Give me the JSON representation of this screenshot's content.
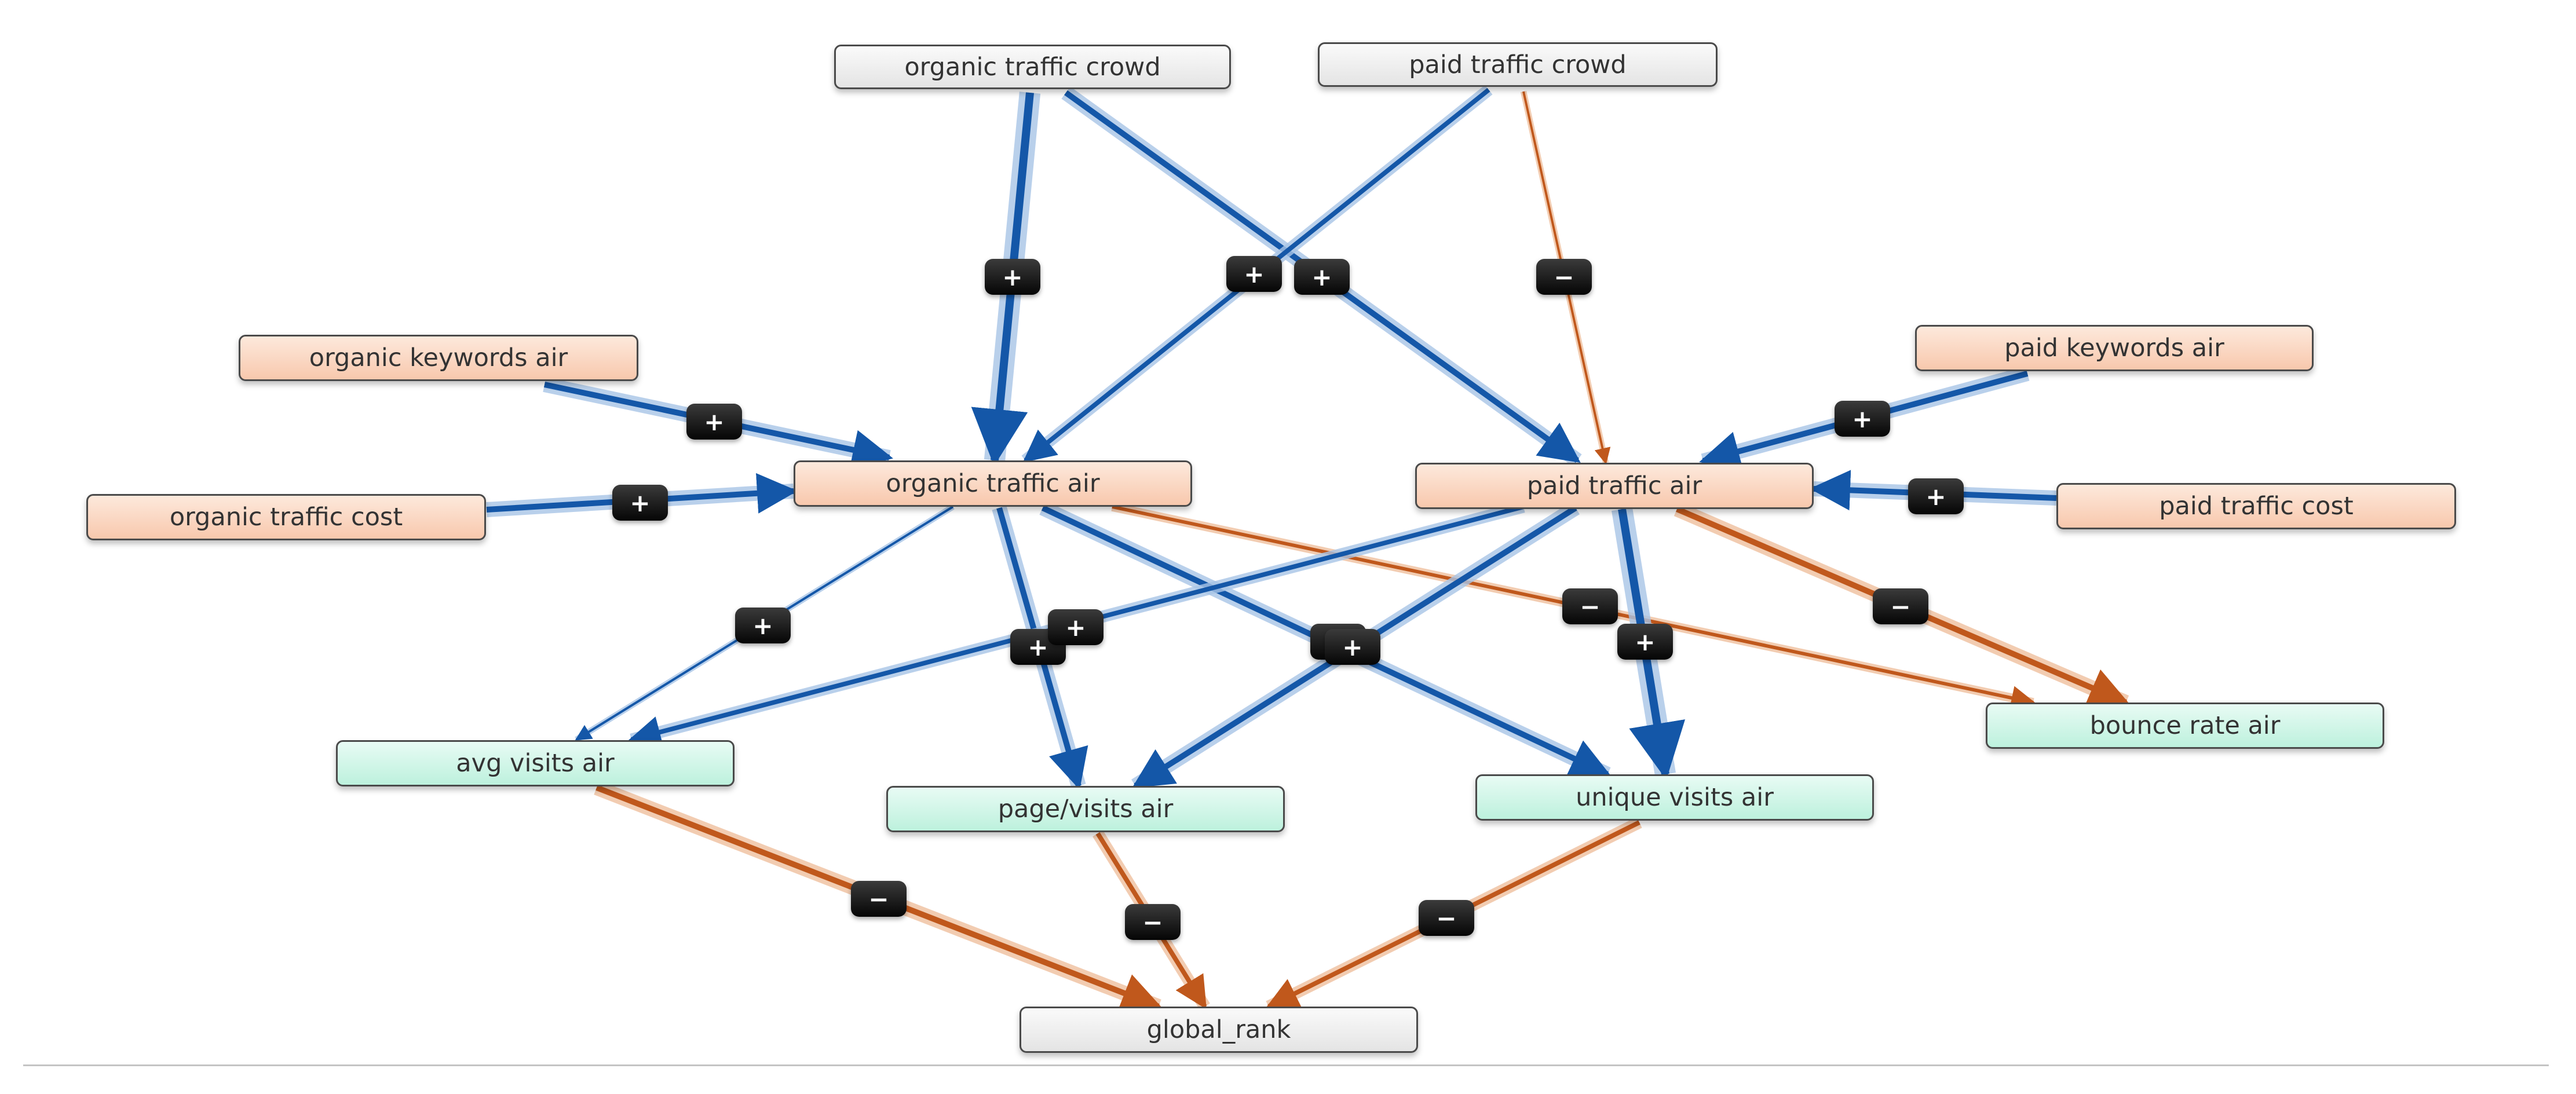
{
  "colors": {
    "positive": "#1457a8",
    "positive_halo": "#a7c4e6",
    "negative": "#c0581c",
    "negative_halo": "#efbf9e",
    "gray_node": "#eeeeee",
    "input_node": "#fad7c2",
    "output_node": "#cff6e7"
  },
  "nodes": [
    {
      "id": "otc",
      "label": "organic traffic crowd",
      "style": "gray"
    },
    {
      "id": "ptc",
      "label": "paid traffic crowd",
      "style": "gray"
    },
    {
      "id": "oka",
      "label": "organic keywords air",
      "style": "peach"
    },
    {
      "id": "pka",
      "label": "paid keywords air",
      "style": "peach"
    },
    {
      "id": "otco",
      "label": "organic traffic cost",
      "style": "peach"
    },
    {
      "id": "ota",
      "label": "organic traffic air",
      "style": "peach"
    },
    {
      "id": "pta",
      "label": "paid traffic air",
      "style": "peach"
    },
    {
      "id": "ptco",
      "label": "paid traffic cost",
      "style": "peach"
    },
    {
      "id": "ava",
      "label": "avg visits air",
      "style": "mint"
    },
    {
      "id": "pva",
      "label": "page/visits air",
      "style": "mint"
    },
    {
      "id": "uva",
      "label": "unique visits air",
      "style": "mint"
    },
    {
      "id": "bra",
      "label": "bounce rate air",
      "style": "mint"
    },
    {
      "id": "gr",
      "label": "global_rank",
      "style": "gray"
    }
  ],
  "edges": [
    {
      "from": "otc",
      "to": "ota",
      "sign": "+",
      "weight": 3
    },
    {
      "from": "otc",
      "to": "pta",
      "sign": "+",
      "weight": 2
    },
    {
      "from": "ptc",
      "to": "ota",
      "sign": "+",
      "weight": 1.5
    },
    {
      "from": "ptc",
      "to": "pta",
      "sign": "−",
      "weight": 0.5
    },
    {
      "from": "oka",
      "to": "ota",
      "sign": "+",
      "weight": 2
    },
    {
      "from": "otco",
      "to": "ota",
      "sign": "+",
      "weight": 2
    },
    {
      "from": "pka",
      "to": "pta",
      "sign": "+",
      "weight": 2
    },
    {
      "from": "ptco",
      "to": "pta",
      "sign": "+",
      "weight": 2
    },
    {
      "from": "ota",
      "to": "ava",
      "sign": "+",
      "weight": 0.5
    },
    {
      "from": "ota",
      "to": "pva",
      "sign": "+",
      "weight": 2
    },
    {
      "from": "ota",
      "to": "uva",
      "sign": "+",
      "weight": 2
    },
    {
      "from": "ota",
      "to": "bra",
      "sign": "−",
      "weight": 1
    },
    {
      "from": "pta",
      "to": "ava",
      "sign": "+",
      "weight": 1.5
    },
    {
      "from": "pta",
      "to": "pva",
      "sign": "+",
      "weight": 2
    },
    {
      "from": "pta",
      "to": "uva",
      "sign": "+",
      "weight": 3
    },
    {
      "from": "pta",
      "to": "bra",
      "sign": "−",
      "weight": 2
    },
    {
      "from": "ava",
      "to": "gr",
      "sign": "−",
      "weight": 2
    },
    {
      "from": "pva",
      "to": "gr",
      "sign": "−",
      "weight": 1.5
    },
    {
      "from": "uva",
      "to": "gr",
      "sign": "−",
      "weight": 1.5
    }
  ]
}
